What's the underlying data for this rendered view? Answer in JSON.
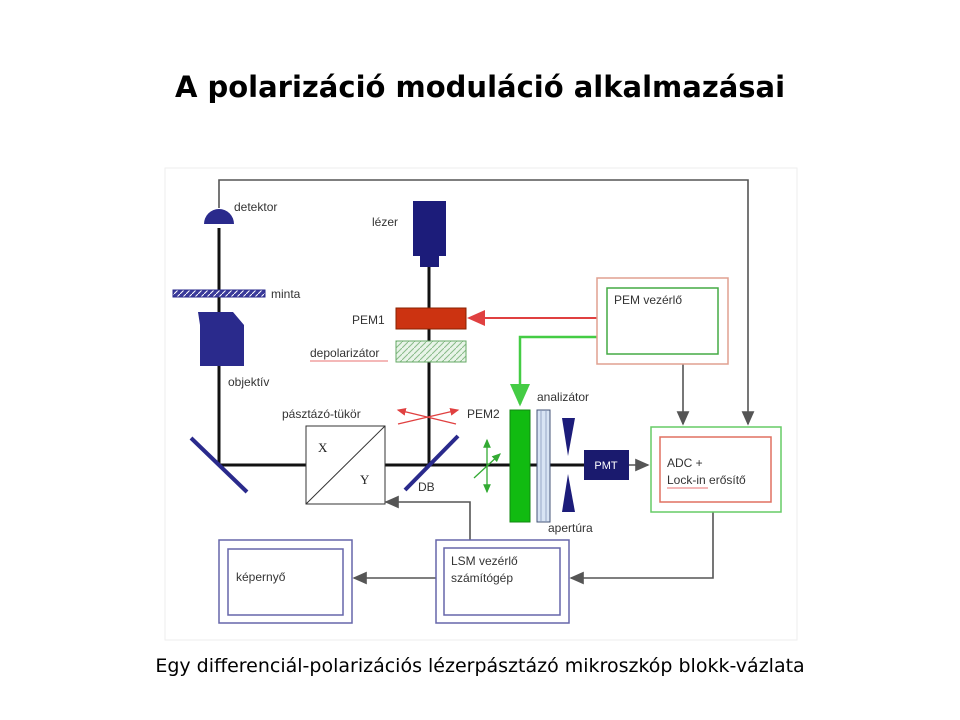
{
  "title": "A polarizáció moduláció alkalmazásai",
  "caption": "Egy differenciál-polarizációs lézerpásztázó mikroszkóp blokk-vázlata",
  "diagram": {
    "labels": {
      "detector": "detektor",
      "sample": "minta",
      "objective": "objektív",
      "laser": "lézer",
      "pem1": "PEM1",
      "depolarizer": "depolarizátor",
      "scan_mirror": "pásztázó-tükör",
      "pem2": "PEM2",
      "analyzer": "analizátor",
      "pmt": "PMT",
      "aperture": "apertúra",
      "db": "DB",
      "x_axis": "X",
      "y_axis": "Y",
      "pem_controller": "PEM vezérlő",
      "adc_line1": "ADC +",
      "adc_line2": "Lock-in erősítő",
      "lsm_line1": "LSM vezérlő",
      "lsm_line2": "számítógép",
      "screen": "képernyő"
    },
    "colors": {
      "beam": "#111111",
      "optics_blue": "#2a2a8c",
      "pem1_red": "#cc3311",
      "depolarizer_green": "#9ad29a",
      "pem2_green": "#11bb11",
      "analyzer_blue": "#d8e4f4",
      "pmt_navy": "#1a1a6e",
      "pem_box_outer": "#e0a090",
      "pem_box_inner": "#44aa44",
      "adc_box_outer": "#66cc66",
      "adc_box_inner": "#e07060",
      "lsm_box": "#6666aa",
      "arrow_red": "#e04040",
      "arrow_green": "#44cc44",
      "arrow_gray": "#555555"
    }
  }
}
